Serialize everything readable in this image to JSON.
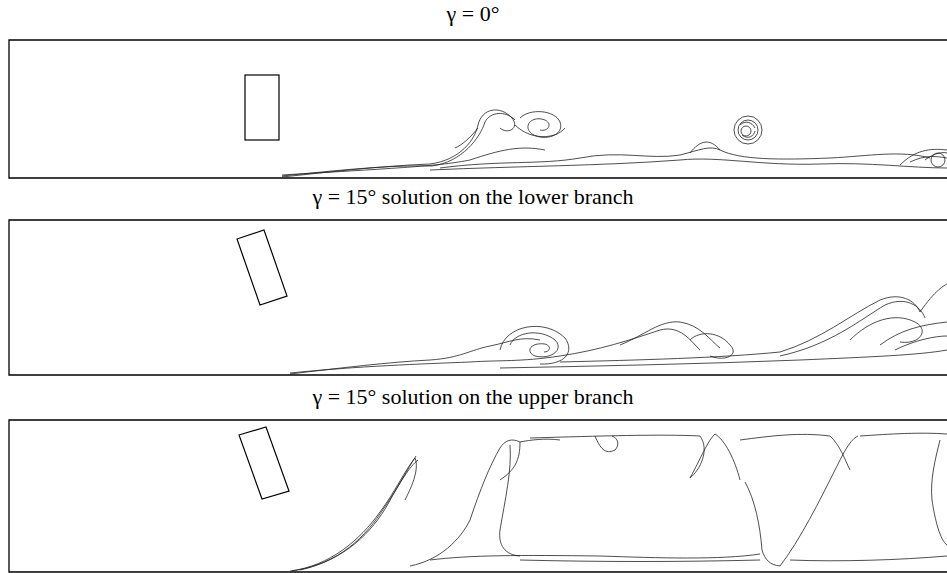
{
  "diagram": {
    "labels": [
      "γ = 0°",
      "γ = 15° solution on the lower branch",
      "γ = 15° solution on the upper branch"
    ]
  }
}
